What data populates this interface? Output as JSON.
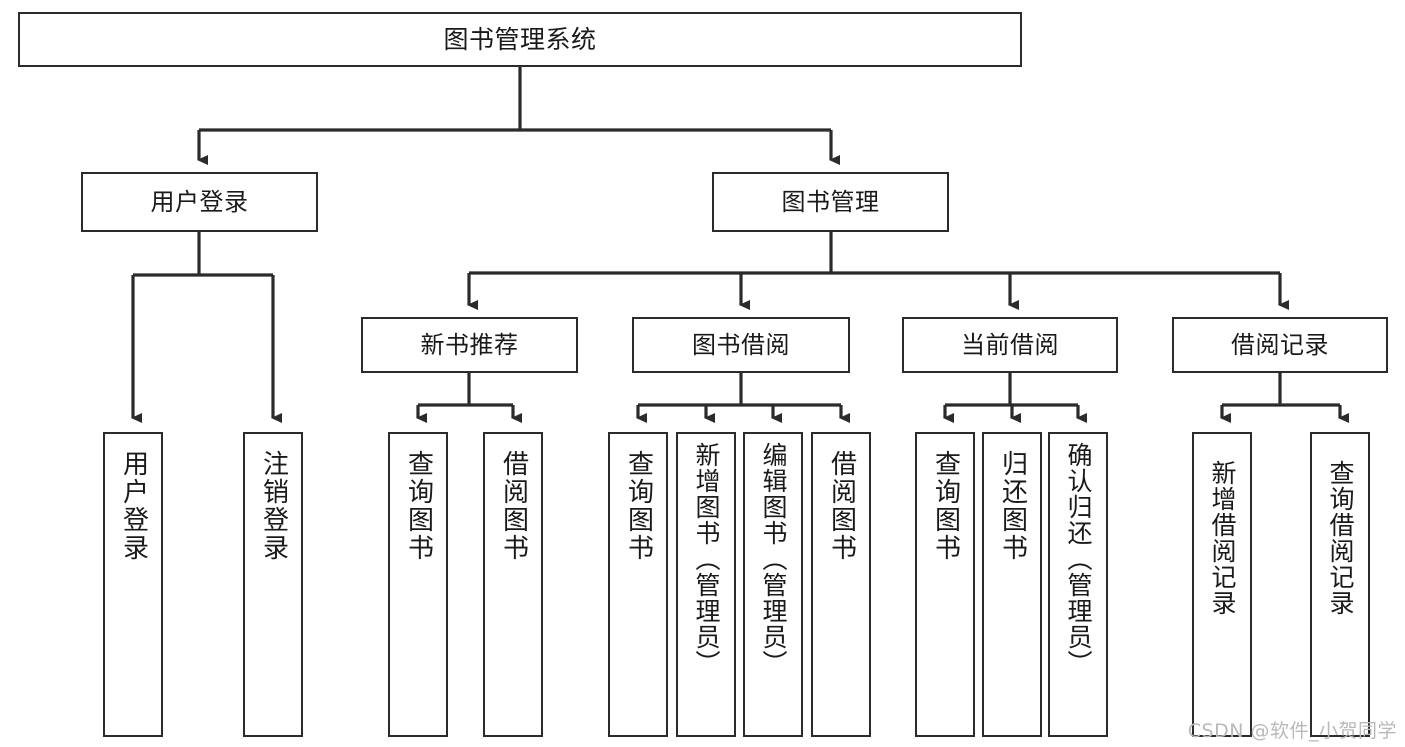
{
  "diagram": {
    "title": "图书管理系统",
    "type": "hierarchy-tree",
    "colors": {
      "box_border": "#2b2b2b",
      "box_fill": "#ffffff",
      "connector": "#2b2b2b",
      "background": "#ffffff",
      "watermark": "#b9b9b9"
    },
    "levels": [
      {
        "level": 1,
        "nodes": [
          {
            "id": "root",
            "label": "图书管理系统",
            "orientation": "horizontal"
          }
        ]
      },
      {
        "level": 2,
        "nodes": [
          {
            "id": "user-login",
            "label": "用户登录",
            "orientation": "horizontal",
            "parent": "root"
          },
          {
            "id": "book-manage",
            "label": "图书管理",
            "orientation": "horizontal",
            "parent": "root"
          }
        ]
      },
      {
        "level": 3,
        "nodes": [
          {
            "id": "new-book-recommend",
            "label": "新书推荐",
            "orientation": "horizontal",
            "parent": "book-manage"
          },
          {
            "id": "book-borrow",
            "label": "图书借阅",
            "orientation": "horizontal",
            "parent": "book-manage"
          },
          {
            "id": "current-borrow",
            "label": "当前借阅",
            "orientation": "horizontal",
            "parent": "book-manage"
          },
          {
            "id": "borrow-record",
            "label": "借阅记录",
            "orientation": "horizontal",
            "parent": "book-manage"
          }
        ]
      },
      {
        "level": 4,
        "nodes": [
          {
            "id": "leaf-user-login",
            "label": "用户登录",
            "orientation": "vertical",
            "parent": "user-login"
          },
          {
            "id": "leaf-user-logout",
            "label": "注销登录",
            "orientation": "vertical",
            "parent": "user-login"
          },
          {
            "id": "leaf-query-book-1",
            "label": "查询图书",
            "orientation": "vertical",
            "parent": "new-book-recommend"
          },
          {
            "id": "leaf-borrow-book-1",
            "label": "借阅图书",
            "orientation": "vertical",
            "parent": "new-book-recommend"
          },
          {
            "id": "leaf-query-book-2",
            "label": "查询图书",
            "orientation": "vertical",
            "parent": "book-borrow"
          },
          {
            "id": "leaf-add-book",
            "label": "新增图书（管理员）",
            "orientation": "vertical",
            "parent": "book-borrow"
          },
          {
            "id": "leaf-edit-book",
            "label": "编辑图书（管理员）",
            "orientation": "vertical",
            "parent": "book-borrow"
          },
          {
            "id": "leaf-borrow-book-2",
            "label": "借阅图书",
            "orientation": "vertical",
            "parent": "book-borrow"
          },
          {
            "id": "leaf-query-book-3",
            "label": "查询图书",
            "orientation": "vertical",
            "parent": "current-borrow"
          },
          {
            "id": "leaf-return-book",
            "label": "归还图书",
            "orientation": "vertical",
            "parent": "current-borrow"
          },
          {
            "id": "leaf-confirm-return",
            "label": "确认归还（管理员）",
            "orientation": "vertical",
            "parent": "current-borrow"
          },
          {
            "id": "leaf-add-record",
            "label": "新增借阅记录",
            "orientation": "vertical",
            "parent": "borrow-record"
          },
          {
            "id": "leaf-query-record",
            "label": "查询借阅记录",
            "orientation": "vertical",
            "parent": "borrow-record"
          }
        ]
      }
    ]
  },
  "watermark": {
    "text": "CSDN @软件_小贺同学"
  }
}
